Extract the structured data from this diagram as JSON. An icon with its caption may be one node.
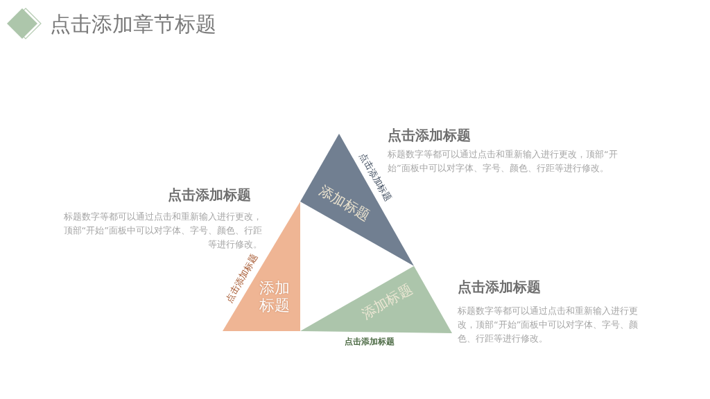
{
  "diagram": {
    "title": "点击添加章节标题",
    "nodes": [
      {
        "text": [
          "添加标题"
        ],
        "beside": [
          "点击添加标题"
        ]
      },
      {
        "text": [
          "添加标题"
        ],
        "beside": [
          "点击添加标题"
        ]
      },
      {
        "text": [
          "添加标题"
        ],
        "beside": [
          "点击添加标题"
        ]
      }
    ],
    "labels": [
      "点击添加标题",
      "标题数字等都可以通过点击和重新输入进行更改，顶部“开始”面板中可以对字体、字号、颜色、行距等进行修改。",
      "点击添加标题",
      "标题数字等都可以通过点击和重新输入进行更改，顶部“开始”面板中可以对字体、字号、颜色、行距等进行修改。",
      "点击添加标题",
      "标题数字等都可以通过点击和重新输入进行更改，顶部“开始”面板中可以对字体、字号、颜色、行距等进行修改。"
    ]
  }
}
